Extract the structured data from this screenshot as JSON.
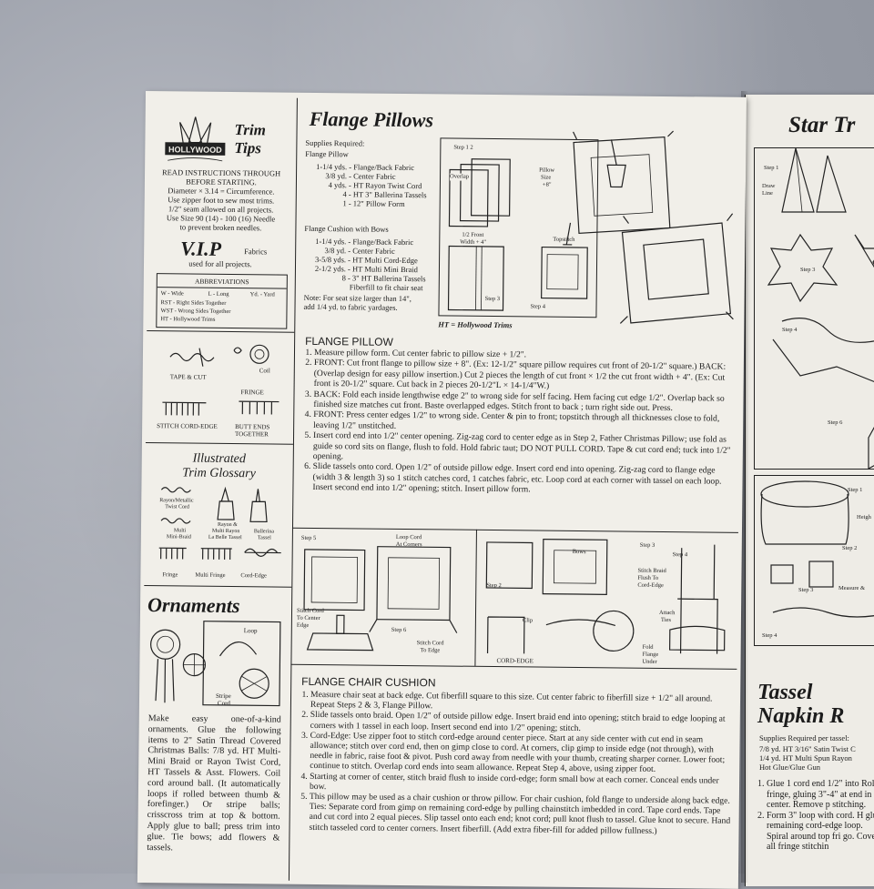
{
  "left_col": {
    "trim_tips": {
      "title_line1": "Trim",
      "title_line2": "Tips",
      "logo_text": "HOLLYWOOD",
      "lines": [
        "READ INSTRUCTIONS THROUGH",
        "BEFORE STARTING.",
        "Diameter × 3.14 = Circumference.",
        "Use zipper foot to sew most trims.",
        "1/2\" seam allowed on all projects.",
        "Use Size 90 (14) - 100 (16) Needle",
        "to prevent broken needles."
      ],
      "vip_logo": "V.I.P",
      "vip_word": "Fabrics",
      "vip_sub": "used for all projects."
    },
    "abbreviations": {
      "header": "ABBREVIATIONS",
      "row1": [
        "W - Wide",
        "L - Long",
        "Yd. - Yard"
      ],
      "rows": [
        "RST - Right Sides Together",
        "WST - Wrong Sides Together",
        "HT - Hollywood Trims"
      ]
    },
    "techniques": {
      "tape_cut": "TAPE & CUT",
      "coil": "Coil",
      "fringe": "FRINGE",
      "stitch_cord_edge": "STITCH CORD-EDGE",
      "butt_ends_1": "BUTT ENDS",
      "butt_ends_2": "TOGETHER"
    },
    "glossary": {
      "title_line1": "Illustrated",
      "title_line2": "Trim Glossary",
      "rayon_metallic_1": "Rayon/Metallic",
      "rayon_metallic_2": "Twist Cord",
      "rayon_tassel_1": "Rayon &",
      "rayon_tassel_2": "Multi Rayon",
      "rayon_tassel_3": "La Belle Tassel",
      "ballerina_1": "Ballerina",
      "ballerina_2": "Tassel",
      "multi_1": "Multi",
      "multi_2": "Mini-Braid",
      "fringe": "Fringe",
      "multi_fringe": "Multi Fringe",
      "cord_edge": "Cord-Edge"
    },
    "ornaments": {
      "title": "Ornaments",
      "loop": "Loop",
      "stripe_1": "Stripe",
      "stripe_2": "Cord",
      "text": "Make easy one-of-a-kind ornaments. Glue the following items to 2\" Satin Thread Covered Christmas Balls: 7/8 yd. HT Multi-Mini Braid or Rayon Twist Cord, HT Tassels & Asst. Flowers. Coil cord around ball. (It automatically loops if rolled between thumb & forefinger.) Or stripe balls; crisscross trim at top & bottom. Apply glue to ball; press trim into glue. Tie bows; add flowers & tassels."
    }
  },
  "flange": {
    "title": "Flange Pillows",
    "supplies_header": "Supplies Required:",
    "pillow_header": "Flange Pillow",
    "pillow_supplies": [
      [
        "1-1/4 yds.",
        "- Flange/Back Fabric"
      ],
      [
        "3/8 yd.",
        "- Center Fabric"
      ],
      [
        "4 yds.",
        "- HT Rayon Twist Cord"
      ],
      [
        "4",
        "- HT 3\" Ballerina Tassels"
      ],
      [
        "1",
        "- 12\" Pillow Form"
      ]
    ],
    "cushion_header": "Flange Cushion with Bows",
    "cushion_supplies": [
      [
        "1-1/4 yds.",
        "- Flange/Back Fabric"
      ],
      [
        "3/8 yd.",
        "- Center Fabric"
      ],
      [
        "3-5/8 yds.",
        "- HT Multi Cord-Edge"
      ],
      [
        "2-1/2 yds.",
        "- HT Multi Mini Braid"
      ],
      [
        "8",
        "- 3\" HT Ballerina Tassels"
      ]
    ],
    "cushion_fiberfill": "Fiberfill to fit chair seat",
    "note_1": "Note: For seat size larger than 14\",",
    "note_2": "add 1/4 yd. to fabric yardages.",
    "diagram": {
      "step12": "Step 1  2",
      "overlap": "Overlap",
      "pillow_size": "Pillow",
      "size": "Size",
      "plus8": "+8\"",
      "front_1": "1/2 Front",
      "front_2": "Width + 4\"",
      "topstitch": "Topstitch",
      "step3": "Step 3",
      "step4": "Step 4",
      "ht_note": "HT = Hollywood Trims"
    },
    "pillow_section": "FLANGE PILLOW",
    "pillow_steps": [
      "Measure pillow form. Cut center fabric to pillow size + 1/2\".",
      "FRONT: Cut front flange to pillow size + 8\". (Ex: 12-1/2\" square pillow requires cut front of 20-1/2\" square.) BACK: (Overlap design for easy pillow insertion.) Cut 2 pieces the length of cut front × 1/2 the cut front width + 4\". (Ex: Cut front is 20-1/2\" square. Cut back in 2 pieces 20-1/2\"L × 14-1/4\"W.)",
      "BACK: Fold each inside lengthwise edge 2\" to wrong side for self facing. Hem facing cut edge 1/2\". Overlap back so finished size matches cut front. Baste overlapped edges. Stitch front to back ; turn right side out. Press.",
      "FRONT: Press center edges 1/2\" to wrong side. Center & pin to front; topstitch through all thicknesses close to fold, leaving 1/2\" unstitched.",
      "Insert cord end into 1/2\" center opening. Zig-zag cord to center edge as in Step 2, Father Christmas Pillow; use fold as guide so cord sits on flange, flush to fold. Hold fabric taut; DO NOT PULL CORD. Tape & cut cord end; tuck into 1/2\" opening.",
      "Slide tassels onto cord. Open 1/2\" of outside pillow edge. Insert cord end into opening. Zig-zag cord to flange edge (width 3 & length 3) so 1 stitch catches cord, 1 catches fabric, etc. Loop cord at each corner with tassel on each loop. Insert second end into 1/2\" opening; stitch. Insert pillow form."
    ],
    "lower_diagram": {
      "step5": "Step 5",
      "loop_cord_1": "Loop Cord",
      "loop_cord_2": "At Corners",
      "stitch_center_1": "Stitch Cord",
      "stitch_center_2": "To Center",
      "stitch_center_3": "Edge",
      "step6": "Step 6",
      "stitch_edge_1": "Stitch Cord",
      "stitch_edge_2": "To Edge",
      "step2": "Step 2",
      "bows": "Bows",
      "step3": "Step 3",
      "step4": "Step 4",
      "stitch_braid_1": "Stitch Braid",
      "stitch_braid_2": "Flush To",
      "stitch_braid_3": "Cord-Edge",
      "clip": "Clip",
      "attach_1": "Attach",
      "attach_2": "Ties",
      "fold_1": "Fold",
      "fold_2": "Flange",
      "fold_3": "Under",
      "cord_edge": "CORD-EDGE"
    },
    "cushion_section": "FLANGE  CHAIR CUSHION",
    "cushion_steps": [
      "Measure chair seat at back edge. Cut fiberfill square to this size. Cut center fabric to fiberfill size + 1/2\" all around. Repeat Steps 2 & 3, Flange Pillow.",
      "Slide tassels onto braid. Open 1/2\" of outside pillow edge. Insert braid end into opening; stitch braid to edge looping at corners with 1 tassel in each loop. Insert second end into 1/2\" opening; stitch.",
      "Cord-Edge: Use zipper foot to stitch cord-edge around center piece. Start at any side center with cut end in seam allowance; stitch over cord end, then on gimp close to cord. At corners, clip gimp to inside edge (not through), with needle in fabric, raise foot & pivot. Push cord away from needle with your thumb, creating sharper corner. Lower foot; continue to stitch. Overlap cord ends into seam allowance. Repeat Step 4, above, using zipper foot.",
      "Starting at corner of center, stitch braid flush to inside cord-edge; form small bow at each corner. Conceal ends under bow.",
      "This pillow may be used as a chair cushion or throw pillow. For chair cushion, fold flange to underside along back edge. Ties: Separate cord from gimp on remaining cord-edge by pulling chainstitch imbedded in cord. Tape cord ends. Tape and cut cord into 2 equal pieces. Slip tassel onto each end; knot cord; pull knot flush to tassel. Glue knot to secure. Hand stitch tasseled cord to center corners. Insert fiberfill. (Add extra fiber-fill for added pillow fullness.)"
    ]
  },
  "right_page": {
    "star_title": "Star Tr",
    "step1": "Step 1",
    "draw_1": "Draw",
    "draw_2": "Line",
    "step3": "Step 3",
    "step4": "Step 4",
    "step6": "Step 6",
    "step1b": "Step 1",
    "height": "Heigh",
    "step2": "Step 2",
    "step3b": "Step 3",
    "measure": "Measure &",
    "step4b": "Step 4",
    "tassel_title_1": "Tassel",
    "tassel_title_2": "Napkin R",
    "supplies_header": "Supplies Required per tassel:",
    "supplies_lines": [
      "7/8 yd. HT 3/16\" Satin Twist C",
      "1/4 yd. HT Multi Spun Rayon",
      "Hot Glue/Glue Gun"
    ],
    "steps": [
      "Glue 1 cord end 1/2\" into Roll fringe, gluing 3\"-4\" at end in center. Remove p stitching.",
      "Form 3\" loop with cord. H glue remaining cord-edge loop. Spiral around top fri go. Cover all fringe stitchin"
    ]
  }
}
